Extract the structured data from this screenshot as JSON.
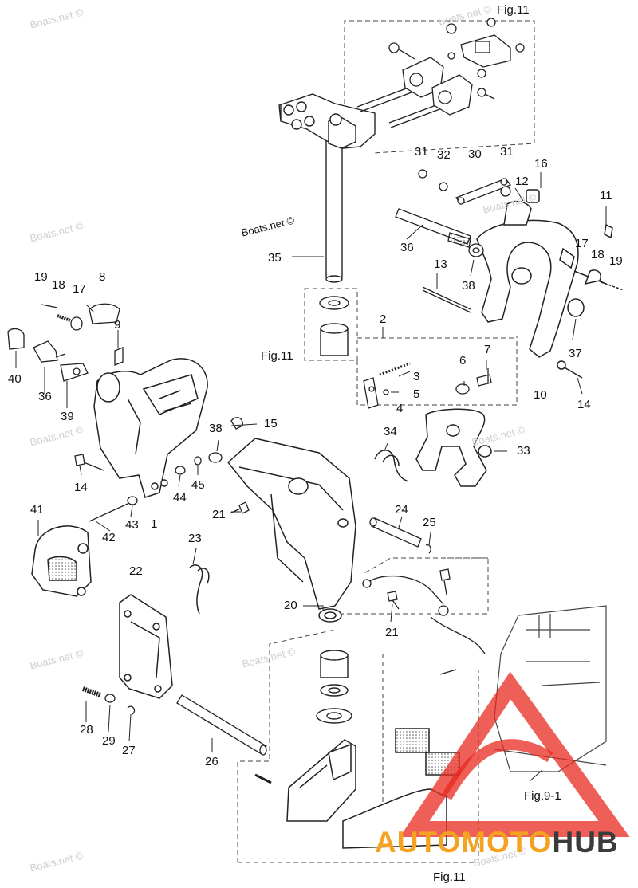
{
  "figure_refs": {
    "top": "Fig.11",
    "middle": "Fig.11",
    "bottom": "Fig.11",
    "right": "Fig.9-1"
  },
  "site_credit": "Boats.net ©",
  "watermark_text": "Boats.net ©",
  "brand": {
    "part1": "AUTOMOTO",
    "part2": "HUB",
    "color1": "#f4a21f",
    "color2": "#3b3b3b",
    "logo_color": "#e8291f"
  },
  "callouts": [
    "1",
    "2",
    "3",
    "4",
    "5",
    "6",
    "7",
    "8",
    "9",
    "10",
    "11",
    "12",
    "13",
    "14",
    "14",
    "15",
    "16",
    "17",
    "17",
    "18",
    "18",
    "19",
    "19",
    "20",
    "21",
    "21",
    "22",
    "23",
    "24",
    "25",
    "26",
    "27",
    "28",
    "29",
    "30",
    "31",
    "31",
    "32",
    "33",
    "34",
    "35",
    "36",
    "36",
    "37",
    "38",
    "38",
    "39",
    "40",
    "41",
    "42",
    "43",
    "44",
    "45"
  ]
}
